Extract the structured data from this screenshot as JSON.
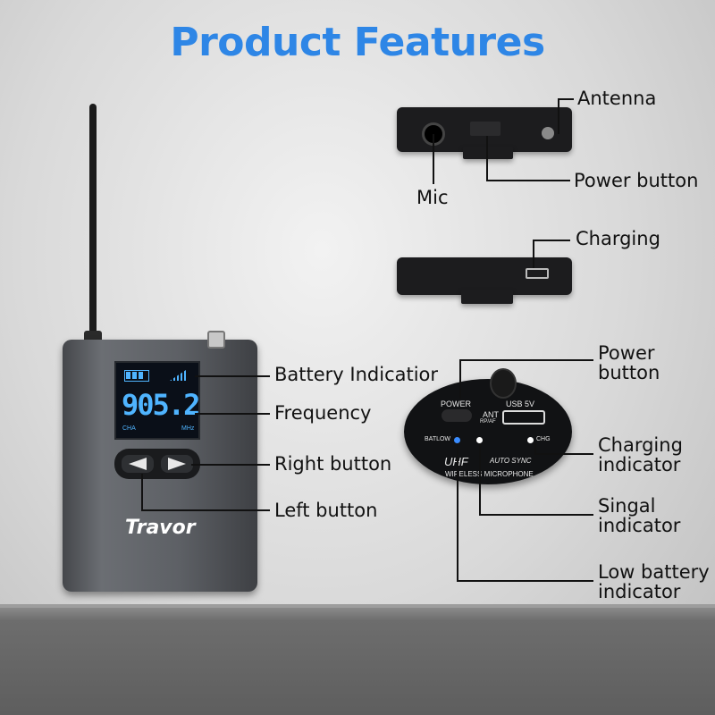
{
  "title": "Product Features",
  "device": {
    "brand": "Travor",
    "frequency": "905.2",
    "lcd_channel": "CHA",
    "lcd_unit": "MHz"
  },
  "left_labels": {
    "battery": "Battery Indicatior",
    "frequency": "Frequency",
    "right_button": "Right button",
    "left_button": "Left button"
  },
  "top_labels": {
    "antenna": "Antenna",
    "power_button": "Power button",
    "mic": "Mic",
    "charging": "Charging"
  },
  "panel": {
    "power": "POWER",
    "usb": "USB 5V",
    "ant": "ANT",
    "rpaf": "RP/AF",
    "batlow": "BATLOW",
    "chg": "CHG",
    "uhf": "UHF",
    "auto_sync": "AUTO SYNC",
    "wireless": "WIRELESS MICROPHONE"
  },
  "right_labels": {
    "power_button_1": "Power",
    "power_button_2": "button",
    "charging_1": "Charging",
    "charging_2": "indicator",
    "signal_1": "Singal",
    "signal_2": "indicator",
    "low_battery_1": "Low battery",
    "low_battery_2": "indicator"
  },
  "colors": {
    "title": "#2e86e6",
    "lcd_text": "#4fb4ff",
    "batlow_led": "#3a8cff",
    "led_white": "#ffffff"
  }
}
